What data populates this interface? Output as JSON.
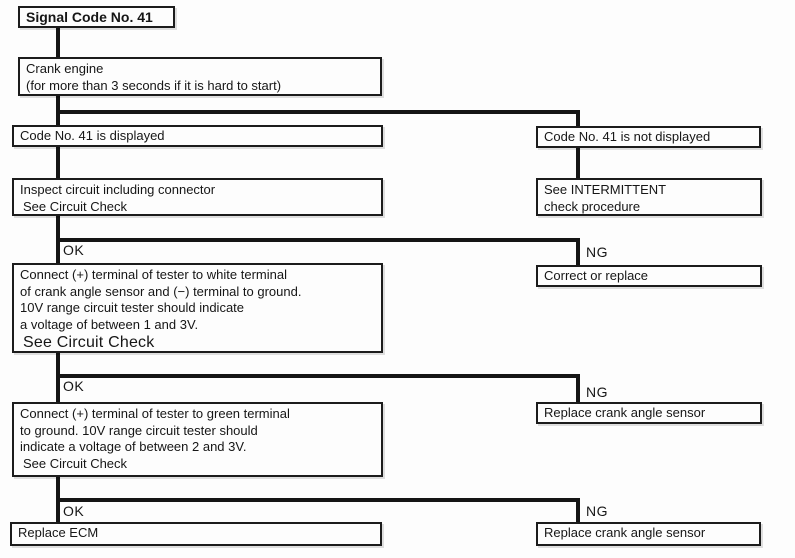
{
  "diagram": {
    "title": "Signal Code No. 41",
    "nodes": {
      "signal_code": {
        "lines": [
          "Signal Code No. 41"
        ]
      },
      "crank_engine": {
        "lines": [
          "Crank engine",
          "(for more than 3 seconds if it is hard to start)"
        ]
      },
      "code_displayed": {
        "lines": [
          "Code No. 41 is displayed"
        ]
      },
      "code_not_displayed": {
        "lines": [
          "Code No. 41 is not displayed"
        ]
      },
      "inspect_circuit": {
        "lines": [
          "Inspect circuit including connector",
          "See Circuit Check"
        ]
      },
      "see_intermittent": {
        "lines": [
          "See INTERMITTENT",
          "check procedure"
        ]
      },
      "test_white_terminal": {
        "lines": [
          "Connect (+) terminal of tester to white terminal",
          "of crank angle sensor and (−) terminal to ground.",
          "10V range circuit tester should indicate",
          "a voltage of between 1 and 3V.",
          "See Circuit Check"
        ]
      },
      "correct_or_replace": {
        "lines": [
          "Correct or replace"
        ]
      },
      "test_green_terminal": {
        "lines": [
          "Connect (+) terminal of tester to green terminal",
          "to ground. 10V range circuit tester should",
          "indicate a voltage of between 2 and 3V.",
          "See Circuit Check"
        ]
      },
      "replace_crank_sensor_1": {
        "lines": [
          "Replace crank angle sensor"
        ]
      },
      "replace_ecm": {
        "lines": [
          "Replace ECM"
        ]
      },
      "replace_crank_sensor_2": {
        "lines": [
          "Replace crank angle sensor"
        ]
      }
    },
    "branch_labels": {
      "ok": "OK",
      "ng": "NG"
    },
    "colors": {
      "line": "#151515",
      "border": "#1c1c1c",
      "background": "#fdfdfd",
      "text": "#161616"
    }
  }
}
